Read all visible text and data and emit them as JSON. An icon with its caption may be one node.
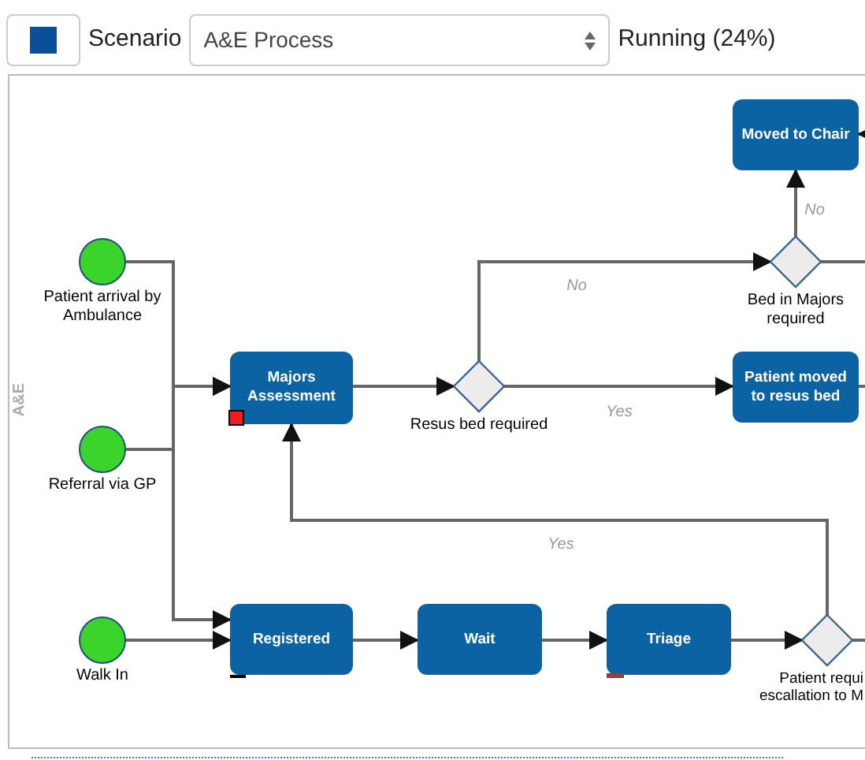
{
  "diagram": {
    "nodes": [
      {
        "text": [
          "A&E"
        ]
      },
      {
        "text": [
          "Patient arrival by Ambulance"
        ],
        "in": 0
      },
      {
        "text": [
          "Referral via GP"
        ],
        "in": 0
      },
      {
        "text": [
          "Walk In"
        ],
        "in": 0
      },
      {
        "text": [
          "Majors Assessment"
        ],
        "in": 0
      },
      {
        "text": [
          "Resus bed required"
        ],
        "in": 0
      },
      {
        "text": [
          "Moved to Chair"
        ],
        "in": 0
      },
      {
        "text": [
          "Bed in Majors required"
        ],
        "in": 0
      },
      {
        "text": [
          "Patient moved to resus bed"
        ],
        "in": 0
      },
      {
        "text": [
          "Registered"
        ],
        "in": 0
      },
      {
        "text": [
          "Wait"
        ],
        "in": 0
      },
      {
        "text": [
          "Triage"
        ],
        "in": 0
      },
      {
        "text": [
          "Patient requi escallation to M"
        ],
        "in": 0
      }
    ],
    "edges": [
      {
        "from": 1,
        "to": 4,
        "arrow": "to"
      },
      {
        "from": 2,
        "to": 4,
        "arrow": "to"
      },
      {
        "from": 2,
        "to": 9,
        "arrow": "to"
      },
      {
        "from": 3,
        "to": 9,
        "arrow": "to"
      },
      {
        "from": 4,
        "to": 5,
        "arrow": "to"
      },
      {
        "from": 5,
        "to": 8,
        "arrow": "to",
        "label": "Yes"
      },
      {
        "from": 5,
        "to": 7,
        "arrow": "to",
        "label": "No"
      },
      {
        "from": 7,
        "to": 6,
        "arrow": "to",
        "label": "No"
      },
      {
        "from": 7,
        "to": null,
        "arrow": "none"
      },
      {
        "from": 8,
        "to": null,
        "arrow": "none"
      },
      {
        "from": null,
        "to": 6,
        "arrow": "to"
      },
      {
        "from": 9,
        "to": 10,
        "arrow": "to"
      },
      {
        "from": 10,
        "to": 11,
        "arrow": "to"
      },
      {
        "from": 11,
        "to": 12,
        "arrow": "to"
      },
      {
        "from": 12,
        "to": 4,
        "arrow": "to",
        "label": "Yes"
      },
      {
        "from": 12,
        "to": null,
        "arrow": "none"
      }
    ],
    "labels": [
      "Scenario",
      "A&E Process",
      "Running (24%)"
    ]
  }
}
